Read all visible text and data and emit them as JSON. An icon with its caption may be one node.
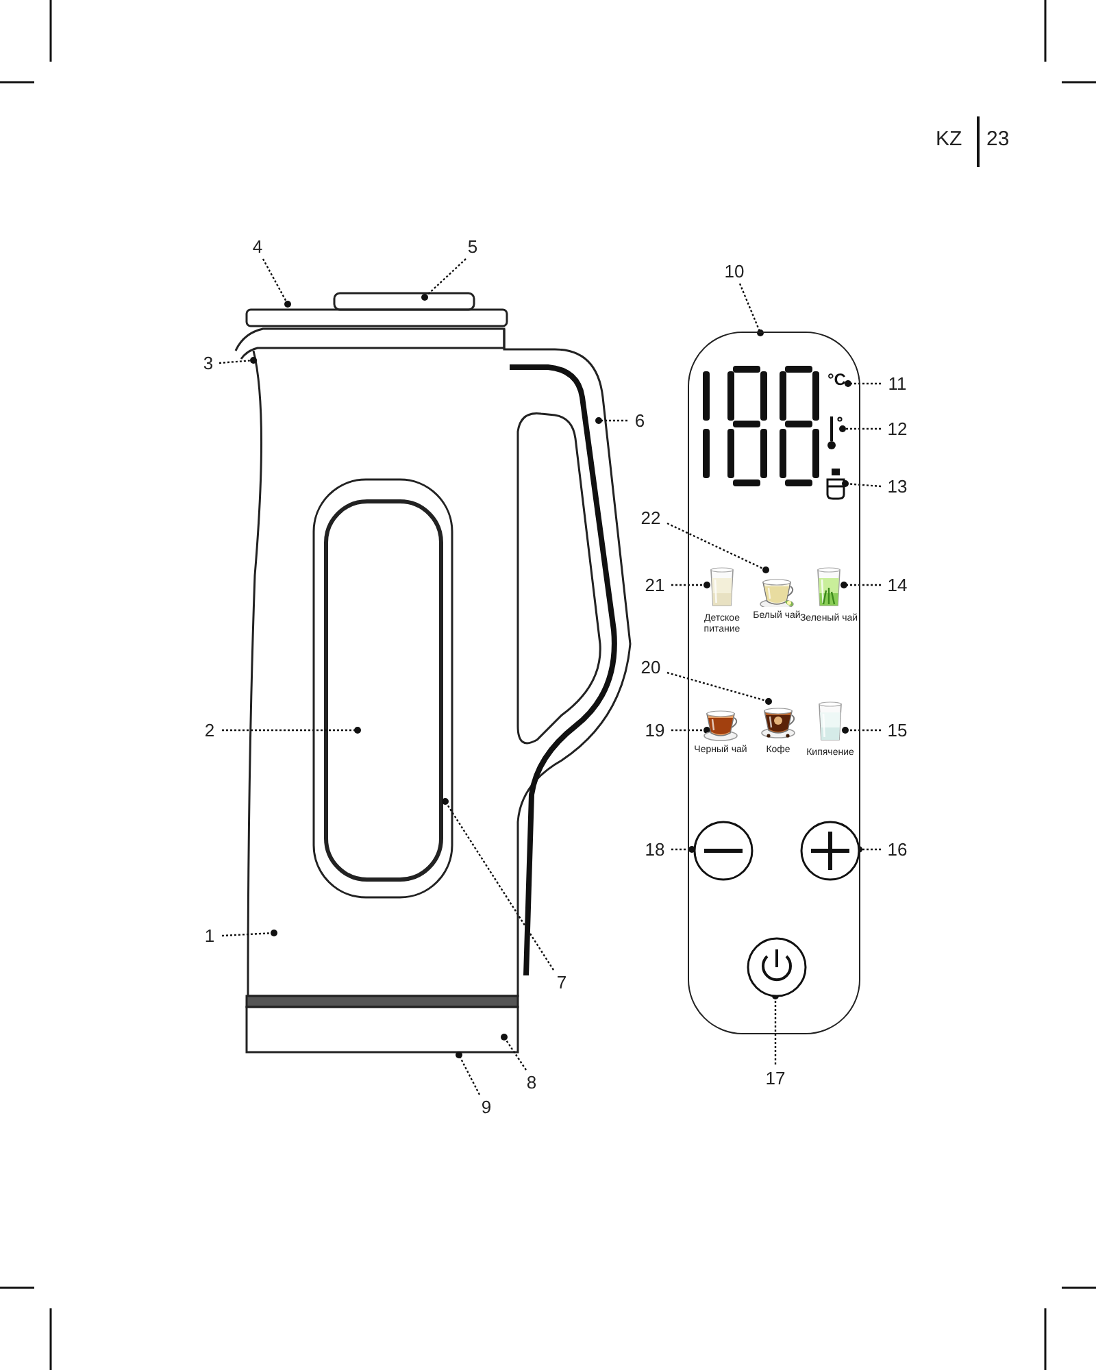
{
  "diagram": {
    "nodes": [
      {
        "text": [
          "1"
        ]
      },
      {
        "text": [
          "2"
        ]
      },
      {
        "text": [
          "3"
        ]
      },
      {
        "text": [
          "4"
        ]
      },
      {
        "text": [
          "5"
        ]
      },
      {
        "text": [
          "6"
        ]
      },
      {
        "text": [
          "7"
        ]
      },
      {
        "text": [
          "8"
        ]
      },
      {
        "text": [
          "9"
        ]
      },
      {
        "text": [
          "10"
        ]
      },
      {
        "text": [
          "11"
        ]
      },
      {
        "text": [
          "12"
        ]
      },
      {
        "text": [
          "13"
        ]
      },
      {
        "text": [
          "14"
        ]
      },
      {
        "text": [
          "15"
        ]
      },
      {
        "text": [
          "16"
        ]
      },
      {
        "text": [
          "17"
        ]
      },
      {
        "text": [
          "18"
        ]
      },
      {
        "text": [
          "19"
        ]
      },
      {
        "text": [
          "20"
        ]
      },
      {
        "text": [
          "21"
        ]
      },
      {
        "text": [
          "22"
        ]
      },
      {
        "text": [],
        "shape": "box"
      },
      {
        "text": [
          "°C"
        ],
        "in": 22
      },
      {
        "text": [],
        "shape": "thermometer",
        "in": 22
      },
      {
        "text": [],
        "shape": "cup",
        "in": 22
      },
      {
        "text": [],
        "shape": "picture",
        "beside": [
          "Детское питание"
        ],
        "in": 22
      },
      {
        "text": [],
        "shape": "picture",
        "beside": [
          "Белый чай"
        ],
        "in": 22
      },
      {
        "text": [],
        "shape": "picture",
        "beside": [
          "Зеленый чай"
        ],
        "in": 22
      },
      {
        "text": [],
        "shape": "picture",
        "beside": [
          "Черный чай"
        ],
        "in": 22
      },
      {
        "text": [],
        "shape": "picture",
        "beside": [
          "Кофе"
        ],
        "in": 22
      },
      {
        "text": [],
        "shape": "picture",
        "beside": [
          "Кипячение"
        ],
        "in": 22
      },
      {
        "text": [],
        "shape": "circle",
        "in": 22
      },
      {
        "text": [],
        "shape": "circle",
        "in": 22
      },
      {
        "text": [],
        "shape": "circle",
        "in": 22
      }
    ],
    "edges": [
      {
        "from": 0,
        "to": null,
        "arrow": "other"
      },
      {
        "from": 1,
        "to": null,
        "arrow": "other"
      },
      {
        "from": 2,
        "to": null,
        "arrow": "other"
      },
      {
        "from": 3,
        "to": null,
        "arrow": "other"
      },
      {
        "from": 4,
        "to": null,
        "arrow": "other"
      },
      {
        "from": 5,
        "to": null,
        "arrow": "other"
      },
      {
        "from": 6,
        "to": null,
        "arrow": "other"
      },
      {
        "from": 7,
        "to": null,
        "arrow": "other"
      },
      {
        "from": 8,
        "to": null,
        "arrow": "other"
      },
      {
        "from": 9,
        "to": 22,
        "arrow": "other"
      },
      {
        "from": 10,
        "to": 23,
        "arrow": "other"
      },
      {
        "from": 11,
        "to": 24,
        "arrow": "other"
      },
      {
        "from": 12,
        "to": 25,
        "arrow": "other"
      },
      {
        "from": 13,
        "to": 28,
        "arrow": "other"
      },
      {
        "from": 14,
        "to": 31,
        "arrow": "other"
      },
      {
        "from": 15,
        "to": 33,
        "arrow": "other"
      },
      {
        "from": 16,
        "to": 34,
        "arrow": "other"
      },
      {
        "from": 17,
        "to": 32,
        "arrow": "other"
      },
      {
        "from": 18,
        "to": 29,
        "arrow": "other"
      },
      {
        "from": 19,
        "to": 30,
        "arrow": "other"
      },
      {
        "from": 20,
        "to": 26,
        "arrow": "other"
      },
      {
        "from": 21,
        "to": 27,
        "arrow": "other"
      }
    ],
    "labels": [
      "KZ",
      "23"
    ]
  }
}
